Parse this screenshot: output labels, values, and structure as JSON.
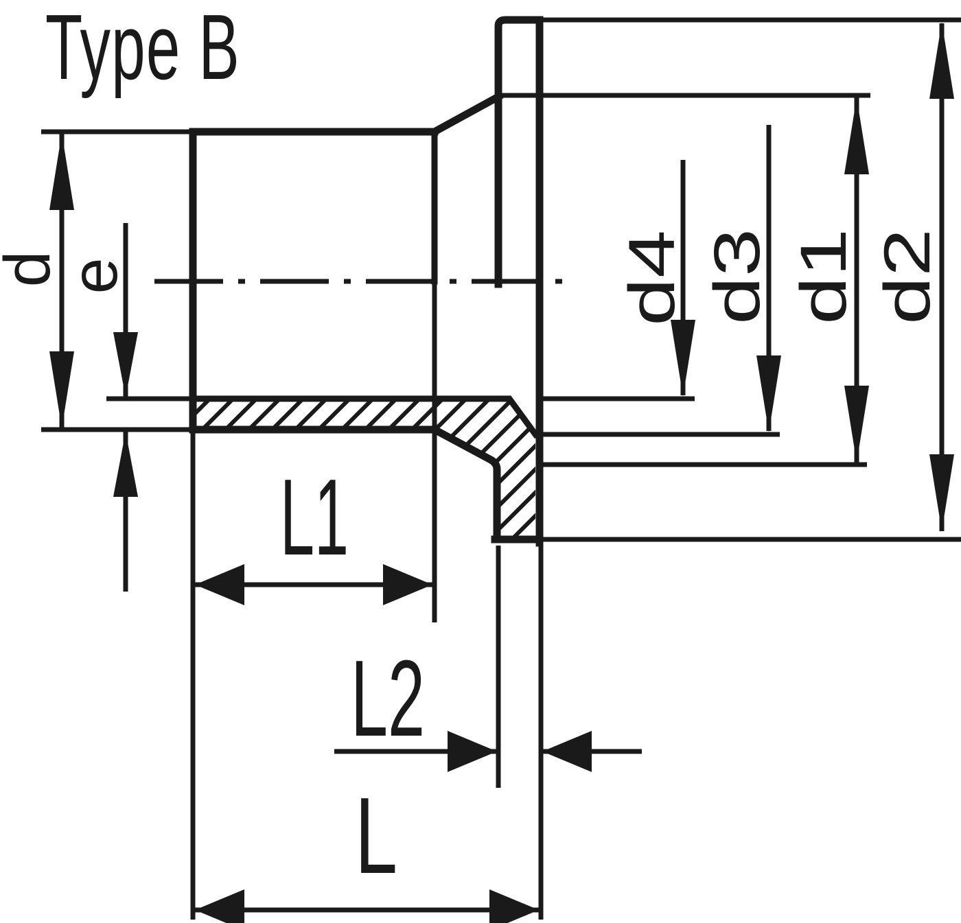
{
  "title": "Type B",
  "colors": {
    "line": "#1a1a1a",
    "background": "#ffffff"
  },
  "view": {
    "kind": "cross-section technical drawing",
    "hatch_angle_deg": 45
  },
  "dimension_labels": {
    "d": "d",
    "e": "e",
    "l1": "L1",
    "l2": "L2",
    "l": "L",
    "d1": "d1",
    "d2": "d2",
    "d3": "d3",
    "d4": "d4"
  }
}
